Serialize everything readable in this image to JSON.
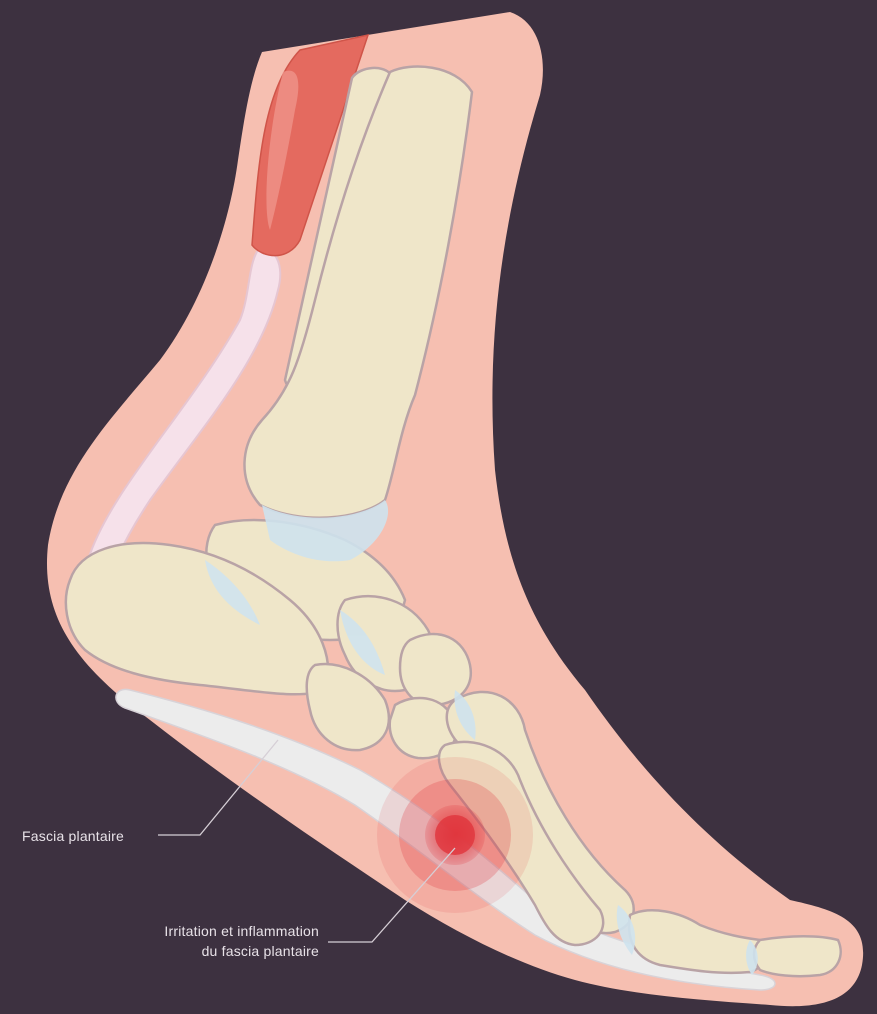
{
  "labels": {
    "fascia": "Fascia plantaire",
    "irritation_line1": "Irritation et inflammation",
    "irritation_line2": "du fascia plantaire"
  },
  "colors": {
    "background": "#3d3140",
    "skin": "#f6bfb1",
    "bone_fill": "#efe6c9",
    "bone_outline": "#b9a3a6",
    "cartilage": "#cfe3ee",
    "muscle": "#e46a5f",
    "tendon": "#f6e1ea",
    "fascia": "#ececec",
    "inflammation": "#e0343c",
    "leader_line": "#d6cfd6"
  }
}
